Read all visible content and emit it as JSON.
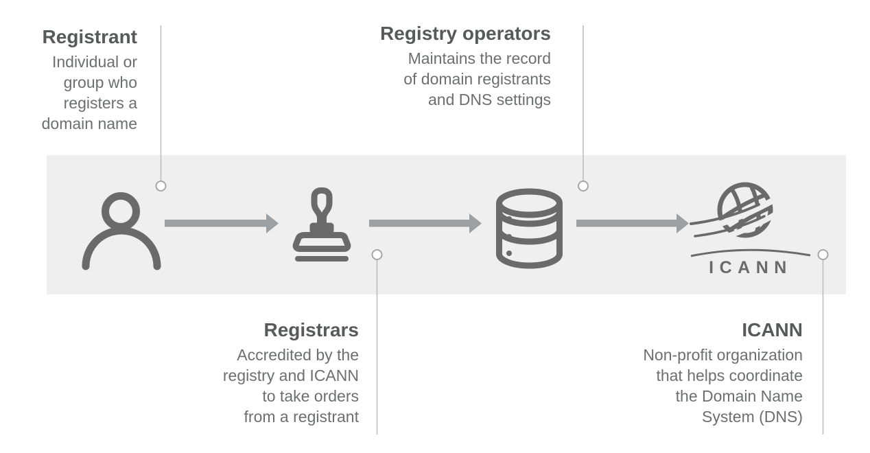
{
  "nodes": {
    "registrant": {
      "title": "Registrant",
      "lines": [
        "Individual or",
        "group who",
        "registers a",
        "domain name"
      ]
    },
    "registrars": {
      "title": "Registrars",
      "lines": [
        "Accredited by the",
        "registry and ICANN",
        "to take orders",
        "from a registrant"
      ]
    },
    "registry_operators": {
      "title": "Registry operators",
      "lines": [
        "Maintains the record",
        "of domain registrants",
        "and DNS settings"
      ]
    },
    "icann": {
      "title": "ICANN",
      "lines": [
        "Non-profit organization",
        "that helps coordinate",
        "the Domain Name",
        "System (DNS)"
      ],
      "logo_text": "ICANN"
    }
  },
  "flow_order": [
    "Registrant",
    "Registrars",
    "Registry operators",
    "ICANN"
  ],
  "icons": {
    "registrant": "person-icon",
    "registrars": "stamp-icon",
    "registry_operators": "database-icon",
    "icann": "icann-globe-logo",
    "flow_connector": "arrow-right-icon"
  },
  "colors": {
    "background": "#ffffff",
    "band": "#efeff0",
    "icon_gray": "#6a6a6a",
    "arrow_gray": "#9da0a3",
    "heading_text": "#58595b",
    "body_text": "#6d6e70",
    "connector_line": "#bdbebf",
    "marker_fill": "#ffffff",
    "marker_stroke": "#a5a6a8"
  }
}
